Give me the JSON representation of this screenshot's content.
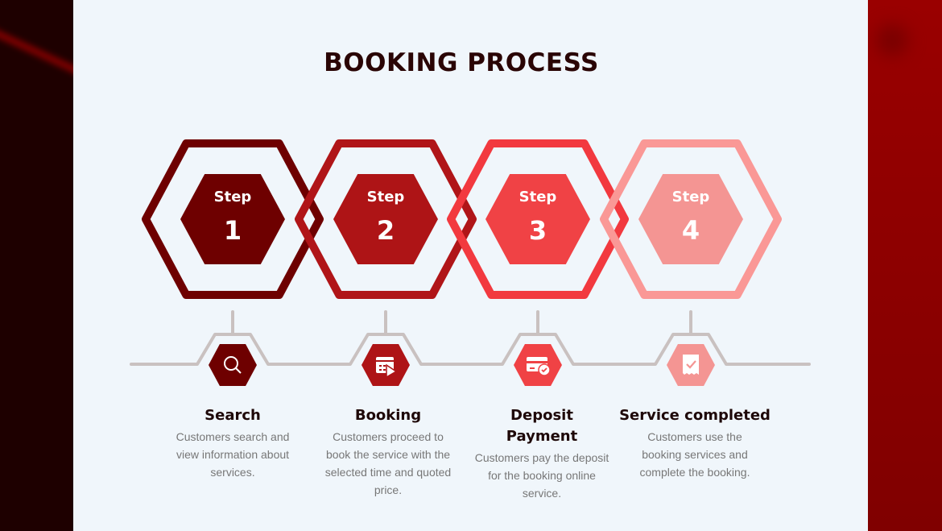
{
  "title": "BOOKING PROCESS",
  "steps": [
    {
      "label": "Step",
      "number": "1",
      "title": "Search",
      "description": "Customers search and view information about services.",
      "icon": "search-icon",
      "outer_color": "#6e0000",
      "inner_color": "#6e0000"
    },
    {
      "label": "Step",
      "number": "2",
      "title": "Booking",
      "description": "Customers proceed to book the service with the selected time and quoted price.",
      "icon": "calendar-play-icon",
      "outer_color": "#b01518",
      "inner_color": "#ae1416"
    },
    {
      "label": "Step",
      "number": "3",
      "title": "Deposit Payment",
      "description": "Customers pay the deposit for the booking online service.",
      "icon": "credit-card-check-icon",
      "outer_color": "#f2393f",
      "inner_color": "#f04245"
    },
    {
      "label": "Step",
      "number": "4",
      "title": "Service completed",
      "description": "Customers use the booking services and complete the booking.",
      "icon": "receipt-check-icon",
      "outer_color": "#fa9896",
      "inner_color": "#f49593"
    }
  ],
  "colors": {
    "line": "#c9c1c0",
    "title": "#2a0505"
  }
}
